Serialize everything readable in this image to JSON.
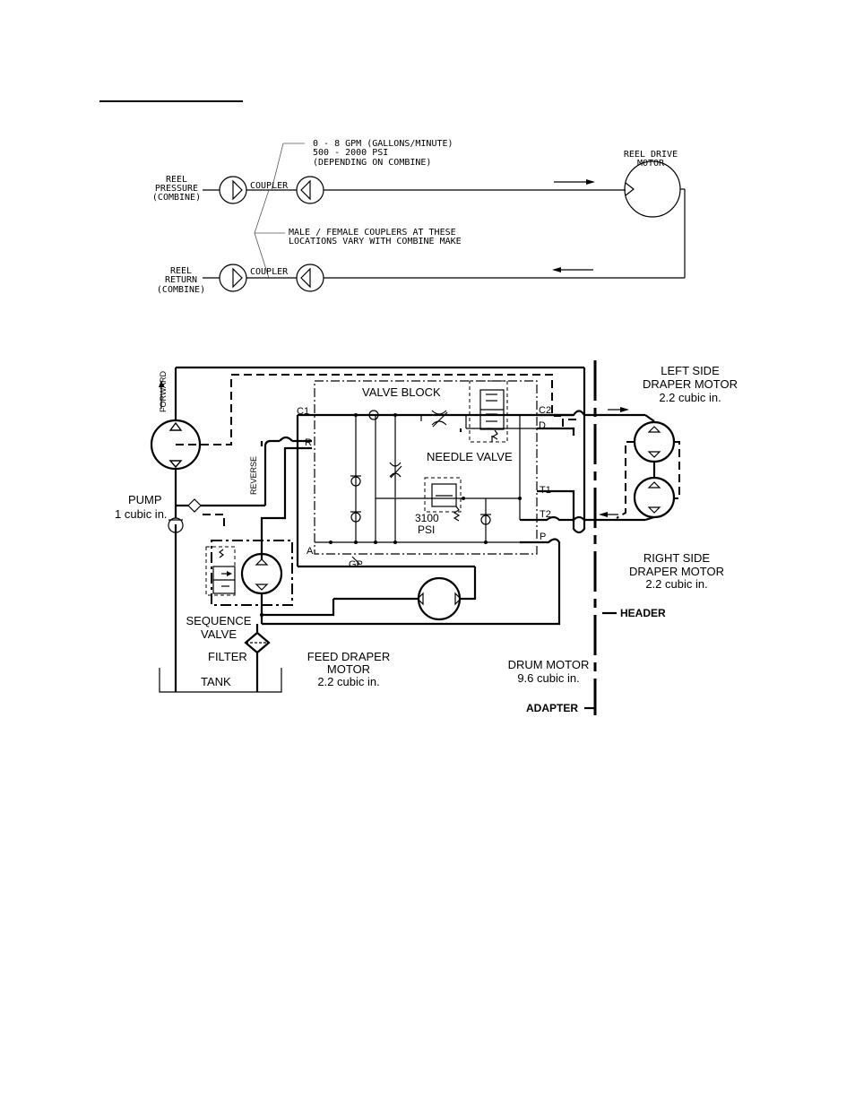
{
  "top_diagram": {
    "reel_pressure": [
      "REEL",
      "PRESSURE",
      "(COMBINE)"
    ],
    "reel_return": [
      "REEL",
      "RETURN",
      "(COMBINE)"
    ],
    "coupler_top": "COUPLER",
    "coupler_bottom": "COUPLER",
    "flow_note": [
      "0 - 8 GPM (GALLONS/MINUTE)",
      "500 - 2000 PSI",
      "(DEPENDING ON COMBINE)"
    ],
    "coupler_note": [
      "MALE / FEMALE COUPLERS AT THESE",
      "LOCATIONS VARY WITH COMBINE MAKE"
    ],
    "reel_motor": [
      "REEL DRIVE",
      "MOTOR"
    ]
  },
  "bottom_diagram": {
    "valve_block": "VALVE BLOCK",
    "needle_valve": "NEEDLE VALVE",
    "port_c1": "C1",
    "port_r": "R",
    "port_a": "A",
    "port_gp": "GP",
    "port_c2": "C2",
    "port_d": "D",
    "port_t1": "T1",
    "port_t2": "T2",
    "port_p": "P",
    "relief": [
      "3100",
      "PSI"
    ],
    "forward": "FORWARD",
    "reverse": "REVERSE",
    "pump": [
      "PUMP",
      "1 cubic in."
    ],
    "left_motor": [
      "LEFT SIDE",
      "DRAPER MOTOR",
      "2.2 cubic in."
    ],
    "right_motor": [
      "RIGHT SIDE",
      "DRAPER MOTOR",
      "2.2 cubic in."
    ],
    "sequence_valve": [
      "SEQUENCE",
      "VALVE"
    ],
    "filter": "FILTER",
    "tank": "TANK",
    "feed_motor": [
      "FEED DRAPER",
      "MOTOR",
      "2.2 cubic in."
    ],
    "drum_motor": [
      "DRUM MOTOR",
      "9.6 cubic in."
    ],
    "header": "HEADER",
    "adapter": "ADAPTER"
  }
}
